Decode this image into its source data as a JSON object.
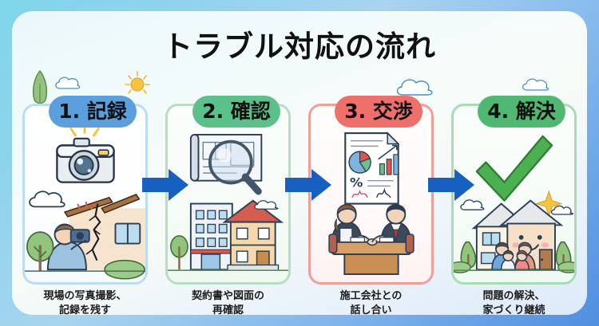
{
  "title": "トラブル対応の流れ",
  "colors": {
    "step1": "#5b9fdc",
    "step2": "#5cc08a",
    "step3": "#ef6f6a",
    "step4": "#50b971",
    "arrow": "#1560c0",
    "title_text": "#111111",
    "panel_bg": "#f2fbfb",
    "outer_bg_start": "#7fd6ea",
    "outer_bg_end": "#4f8fe0"
  },
  "steps": [
    {
      "badge": "1. 記録",
      "caption_line1": "現場の写真撮影、",
      "caption_line2": "記録を残す",
      "icon": "camera-icon",
      "scene": "person-photographing-cracked-wall"
    },
    {
      "badge": "2. 確認",
      "caption_line1": "契約書や図面の",
      "caption_line2": "再確認",
      "icon": "blueprint-magnifier-icon",
      "scene": "office-building-and-house"
    },
    {
      "badge": "3. 交渉",
      "caption_line1": "施工会社との",
      "caption_line2": "話し合い",
      "icon": "report-document-icon",
      "scene": "two-people-meeting-at-table"
    },
    {
      "badge": "4. 解決",
      "caption_line1": "問題の解決、",
      "caption_line2": "家づくり継続",
      "icon": "green-checkmark-icon",
      "scene": "smiling-house-with-family"
    }
  ],
  "arrows": [
    {
      "name": "arrow-step1-to-step2"
    },
    {
      "name": "arrow-step2-to-step3"
    },
    {
      "name": "arrow-step3-to-step4"
    }
  ],
  "decorations": [
    "sun-icon",
    "cloud-icon",
    "tree-icon",
    "sparkle-icon"
  ]
}
